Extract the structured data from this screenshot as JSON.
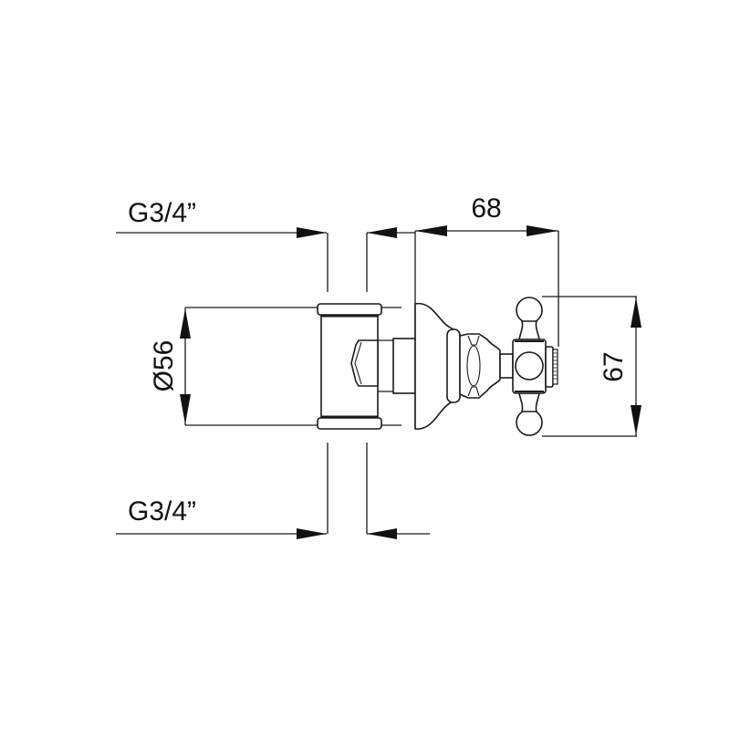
{
  "drawing": {
    "type": "technical dimension drawing",
    "subject": "concealed stop valve with cross handle",
    "colors": {
      "background": "#ffffff",
      "line": "#1a1a1a"
    }
  },
  "dimensions": {
    "thread_top": "G3/4”",
    "thread_bottom": "G3/4”",
    "body_diameter": "Ø56",
    "projection": "68",
    "handle_height": "67"
  }
}
